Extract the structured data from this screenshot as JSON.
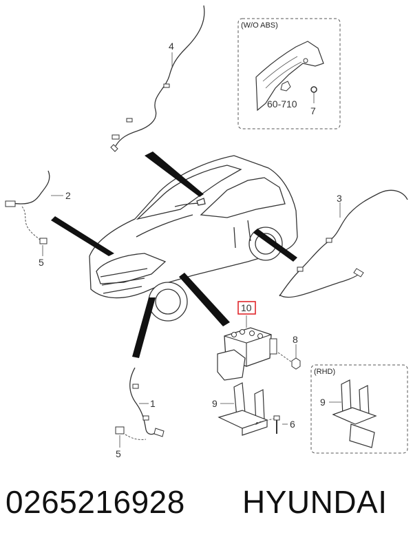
{
  "diagram": {
    "insets": [
      {
        "title": "(W/O ABS)"
      },
      {
        "title": "(RHD)"
      }
    ],
    "callouts": {
      "c1": "1",
      "c2": "2",
      "c3": "3",
      "c4": "4",
      "c5a": "5",
      "c5b": "5",
      "c6": "6",
      "c7": "7",
      "c8": "8",
      "c9a": "9",
      "c9b": "9",
      "c10": "10",
      "ref": "60-710"
    },
    "highlight_color": "#e0262b"
  },
  "footer": {
    "part_number": "0265216928",
    "brand": "HYUNDAI"
  }
}
